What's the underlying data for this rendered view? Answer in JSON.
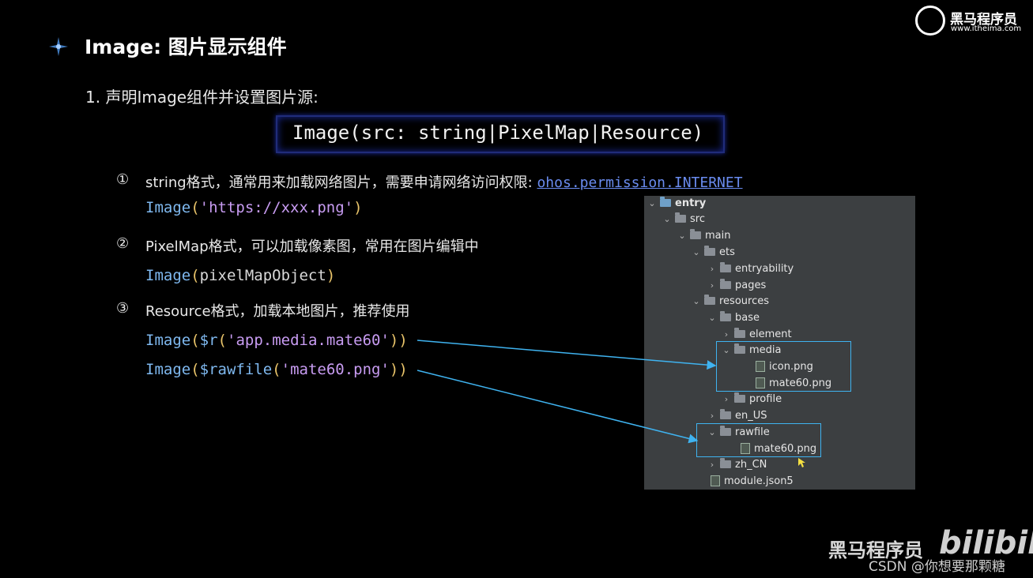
{
  "title": "Image: 图片显示组件",
  "brand": {
    "name": "黑马程序员",
    "url": "www.itheima.com"
  },
  "step1": "1. 声明Image组件并设置图片源:",
  "signature": "Image(src: string|PixelMap|Resource)",
  "items": [
    {
      "num": "①",
      "desc": "string格式，通常用来加载网络图片，需要申请网络访问权限:",
      "link": "ohos.permission.INTERNET",
      "code": {
        "fn": "Image",
        "open": "(",
        "arg": "'https://xxx.png'",
        "close": ")"
      }
    },
    {
      "num": "②",
      "desc": "PixelMap格式，可以加载像素图，常用在图片编辑中",
      "code": {
        "fn": "Image",
        "open": "(",
        "arg": "pixelMapObject",
        "close": ")"
      }
    },
    {
      "num": "③",
      "desc": "Resource格式，加载本地图片，推荐使用",
      "code1": {
        "fn": "Image",
        "open": "(",
        "call": "$r",
        "copen": "(",
        "arg": "'app.media.mate60'",
        "cclose": ")",
        "close": ")"
      },
      "code2": {
        "fn": "Image",
        "open": "(",
        "call": "$rawfile",
        "copen": "(",
        "arg": "'mate60.png'",
        "cclose": ")",
        "close": ")"
      }
    }
  ],
  "tree": {
    "entry": "entry",
    "src": "src",
    "main": "main",
    "ets": "ets",
    "entryability": "entryability",
    "pages": "pages",
    "resources": "resources",
    "base": "base",
    "element": "element",
    "media": "media",
    "icon_png": "icon.png",
    "mate60_png": "mate60.png",
    "profile": "profile",
    "en_US": "en_US",
    "rawfile": "rawfile",
    "raw_mate60": "mate60.png",
    "zh_CN": "zh_CN",
    "module_json5": "module.json5"
  },
  "footer": {
    "brand": "黑马程序员",
    "bili": "bilibili",
    "csdn": "CSDN @你想要那颗糖"
  },
  "colors": {
    "accent": "#3fb3f0",
    "link": "#6a8cf0",
    "code_fn": "#7fb9f0",
    "code_str": "#c89cf2"
  }
}
